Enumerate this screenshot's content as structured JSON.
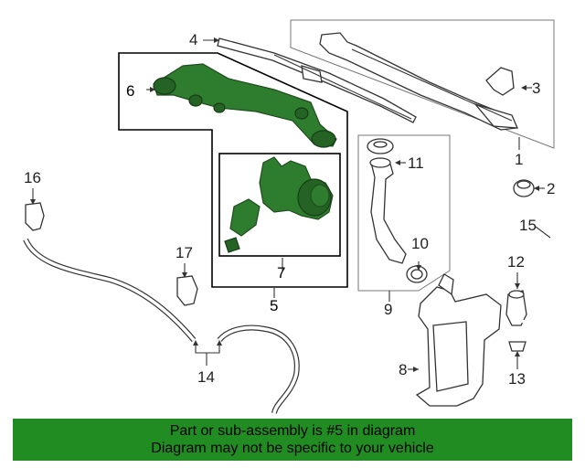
{
  "callouts": {
    "c1": "1",
    "c2": "2",
    "c3": "3",
    "c4": "4",
    "c5": "5",
    "c6": "6",
    "c7": "7",
    "c8": "8",
    "c9": "9",
    "c10": "10",
    "c11": "11",
    "c12": "12",
    "c13": "13",
    "c14": "14",
    "c15": "15",
    "c16": "16",
    "c17": "17"
  },
  "colors": {
    "highlight_green": "#2e7d2e",
    "banner_green": "#218c21",
    "outline": "#333333"
  },
  "banner": {
    "line1": "Part or sub-assembly is #5 in diagram",
    "line2": "Diagram may not be specific to your vehicle"
  }
}
